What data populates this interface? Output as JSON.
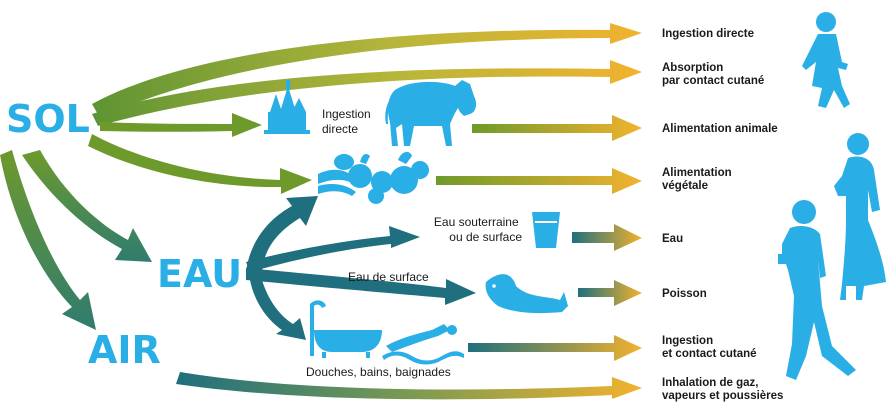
{
  "sources": {
    "sol": "SOL",
    "eau": "EAU",
    "air": "AIR"
  },
  "intermediate": {
    "ingestion_directe": [
      "Ingestion",
      "directe"
    ],
    "eau_souterraine": [
      "Eau souterraine",
      "ou de surface"
    ],
    "eau_de_surface": "Eau de surface",
    "douches": "Douches, bains, baignades"
  },
  "exposures": [
    [
      "Ingestion directe"
    ],
    [
      "Absorption",
      "par contact cutané"
    ],
    [
      "Alimentation animale"
    ],
    [
      "Alimentation",
      "végétale"
    ],
    [
      "Eau"
    ],
    [
      "Poisson"
    ],
    [
      "Ingestion",
      "et contact cutané"
    ],
    [
      "Inhalation de gaz,",
      "vapeurs et poussières"
    ]
  ],
  "icons": [
    "house-icon",
    "cow-icon",
    "vegetables-icon",
    "water-glass-icon",
    "fish-icon",
    "bathtub-icon",
    "swimmer-icon",
    "child-icon",
    "woman-icon",
    "man-icon"
  ],
  "colors": {
    "sol_green": "#6e9a2c",
    "eau_teal": "#1f6f7e",
    "arrow_yellow": "#f2b22e",
    "icon_blue": "#2aaee6"
  }
}
